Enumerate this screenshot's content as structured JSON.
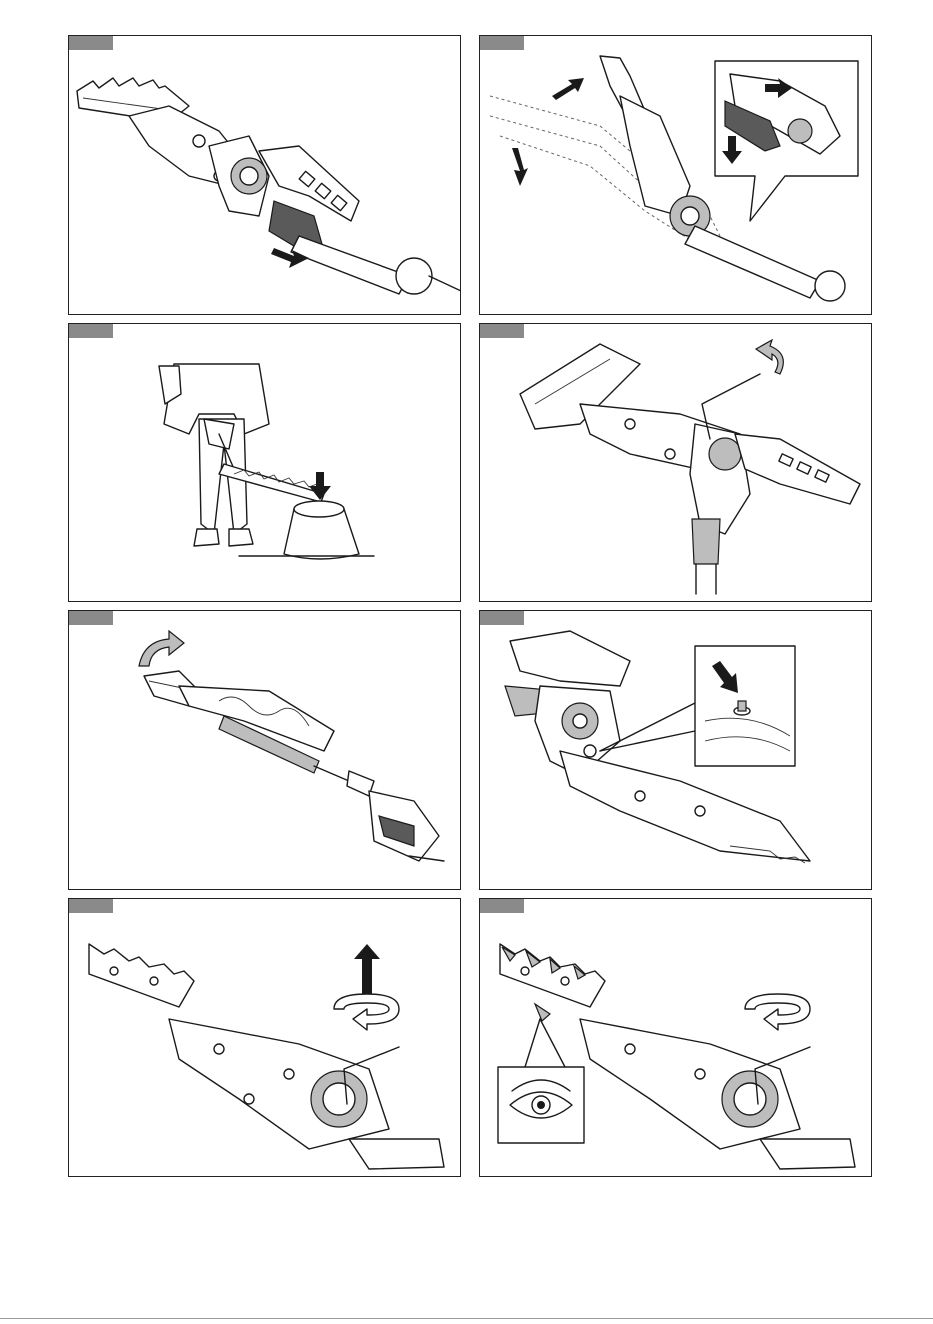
{
  "figures": [
    {
      "id": "fig-1",
      "subject": "shaft-disconnect"
    },
    {
      "id": "fig-2",
      "subject": "angle-adjust"
    },
    {
      "id": "fig-3",
      "subject": "operator-stance"
    },
    {
      "id": "fig-4",
      "subject": "hex-wrench-loosen"
    },
    {
      "id": "fig-5",
      "subject": "tool-folded"
    },
    {
      "id": "fig-6",
      "subject": "grease-nipple"
    },
    {
      "id": "fig-7",
      "subject": "blade-bolt-remove"
    },
    {
      "id": "fig-8",
      "subject": "blade-inspect"
    }
  ],
  "icons": [
    "arrow-icon",
    "rotate-arrow-icon",
    "hex-wrench-icon",
    "eye-icon",
    "detail-callout-icon"
  ],
  "colors": {
    "line": "#1a1a1a",
    "tab": "#8a8a8a",
    "shade": "#bdbdbd",
    "dark": "#5a5a5a"
  }
}
